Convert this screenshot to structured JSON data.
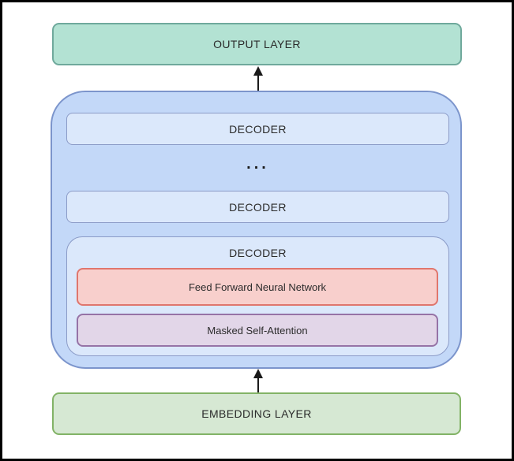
{
  "diagram": {
    "output_layer": {
      "label": "OUTPUT LAYER"
    },
    "decoder_stack": {
      "decoder_top": {
        "label": "DECODER"
      },
      "ellipsis": "...",
      "decoder_middle": {
        "label": "DECODER"
      },
      "decoder_detailed": {
        "label": "DECODER",
        "feed_forward": {
          "label": "Feed Forward Neural Network"
        },
        "masked_attention": {
          "label": "Masked Self-Attention"
        }
      }
    },
    "embedding_layer": {
      "label": "EMBEDDING LAYER"
    },
    "colors": {
      "output_fill": "#b3e2d3",
      "output_stroke": "#6fa99c",
      "container_fill": "#c3d8f8",
      "container_stroke": "#7c95cc",
      "decoder_fill": "#dbe8fb",
      "decoder_stroke": "#8b9bc7",
      "ffnn_fill": "#f8cfcc",
      "ffnn_stroke": "#e0766d",
      "masked_fill": "#e2d6e8",
      "masked_stroke": "#9673a6",
      "embedding_fill": "#d6e8d3",
      "embedding_stroke": "#82b366",
      "arrow": "#1a1a1a"
    }
  }
}
